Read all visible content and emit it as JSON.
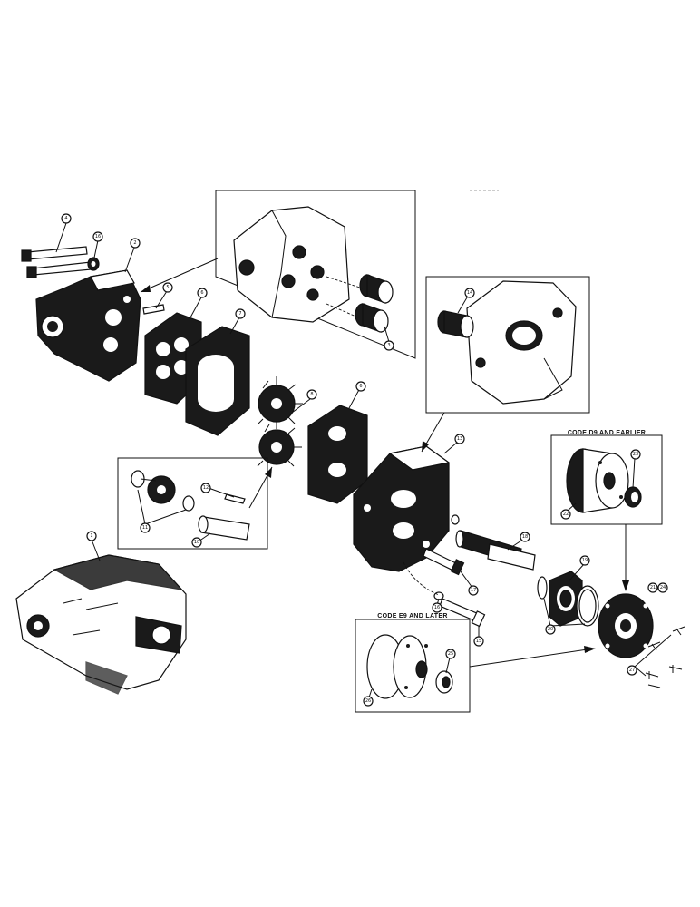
{
  "callouts": [
    {
      "id": "c4",
      "text": "4"
    },
    {
      "id": "c16a",
      "text": "16"
    },
    {
      "id": "c2",
      "text": "2"
    },
    {
      "id": "c5",
      "text": "5"
    },
    {
      "id": "c6a",
      "text": "6"
    },
    {
      "id": "c7",
      "text": "7"
    },
    {
      "id": "c8a",
      "text": "8"
    },
    {
      "id": "c3",
      "text": "3"
    },
    {
      "id": "c14",
      "text": "14"
    },
    {
      "id": "c6b",
      "text": "6"
    },
    {
      "id": "c13",
      "text": "13"
    },
    {
      "id": "c11",
      "text": "11"
    },
    {
      "id": "c12",
      "text": "12"
    },
    {
      "id": "c10",
      "text": "10"
    },
    {
      "id": "c1",
      "text": "1"
    },
    {
      "id": "c18",
      "text": "18"
    },
    {
      "id": "c17",
      "text": "17"
    },
    {
      "id": "c19",
      "text": "19"
    },
    {
      "id": "c16b",
      "text": "16"
    },
    {
      "id": "c15",
      "text": "15"
    },
    {
      "id": "c20",
      "text": "20"
    },
    {
      "id": "c21",
      "text": "21"
    },
    {
      "id": "c24",
      "text": "24"
    },
    {
      "id": "c22",
      "text": "22"
    },
    {
      "id": "c23",
      "text": "23"
    },
    {
      "id": "c27",
      "text": "27"
    },
    {
      "id": "c25",
      "text": "25"
    },
    {
      "id": "c26",
      "text": "26"
    }
  ],
  "labels": {
    "code_d9": "CODE D9 AND EARLIER",
    "code_e9": "CODE E9 AND LATER"
  }
}
